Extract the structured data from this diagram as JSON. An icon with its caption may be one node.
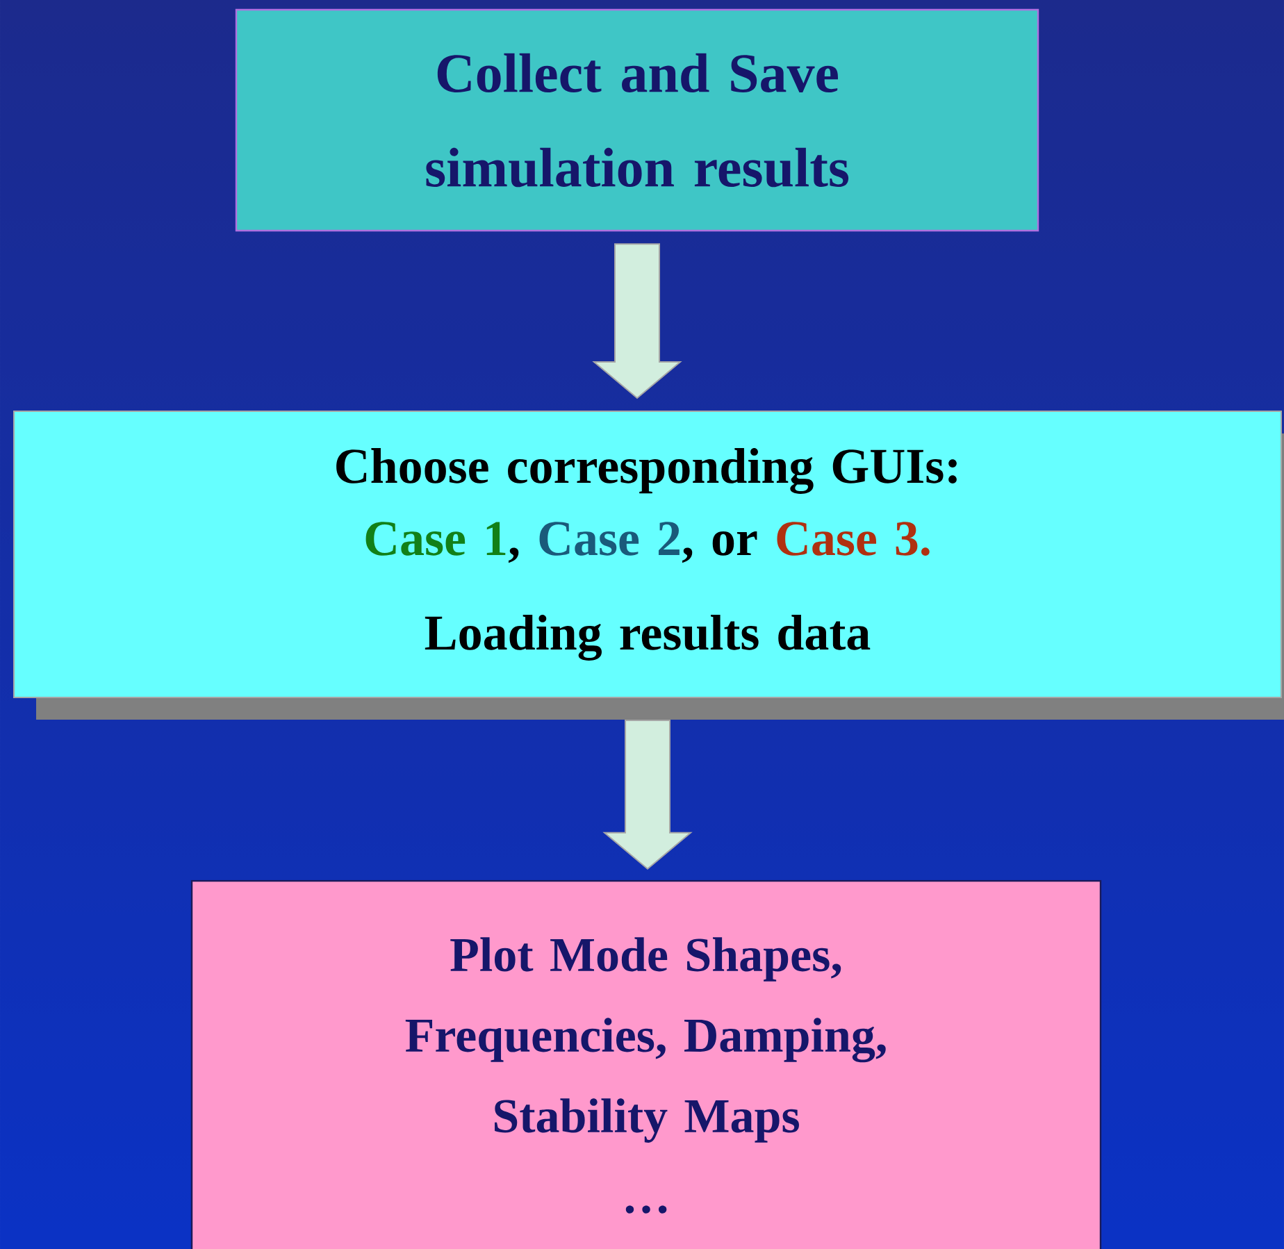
{
  "diagram": {
    "nodes": [
      {
        "text": [
          "Collect and Save simulation results"
        ]
      },
      {
        "text": [
          "Choose corresponding GUIs:",
          "Case 1",
          ",",
          "Case 2",
          ", or",
          "Case 3.",
          "Loading results data"
        ]
      },
      {
        "text": [
          "Plot Mode Shapes, Frequencies, Damping, Stability Maps",
          "…"
        ]
      }
    ],
    "edges": [
      {
        "from": 0,
        "to": 1,
        "arrow": "to"
      },
      {
        "from": 1,
        "to": 2,
        "arrow": "to"
      }
    ]
  }
}
